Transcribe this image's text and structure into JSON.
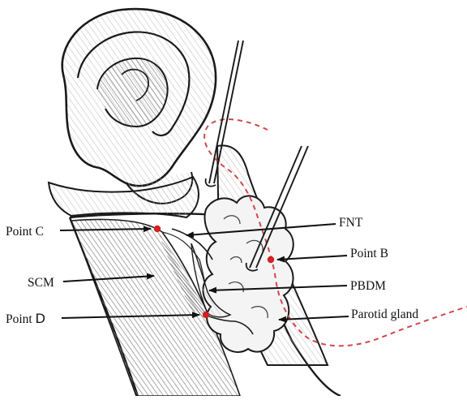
{
  "labels": {
    "point_c": "Point C",
    "scm": "SCM",
    "point_d_prefix": "Point ",
    "point_d_letter": "D",
    "fnt": "FNT",
    "point_b": "Point B",
    "pbdm": "PBDM",
    "parotid": "Parotid gland"
  },
  "colors": {
    "marker": "#d42020",
    "dashed_line": "#d04848",
    "ink": "#1a1a1a",
    "shade": "#8a8a8a"
  },
  "icons": {
    "markers": "red-dot",
    "pointers": "arrow"
  }
}
